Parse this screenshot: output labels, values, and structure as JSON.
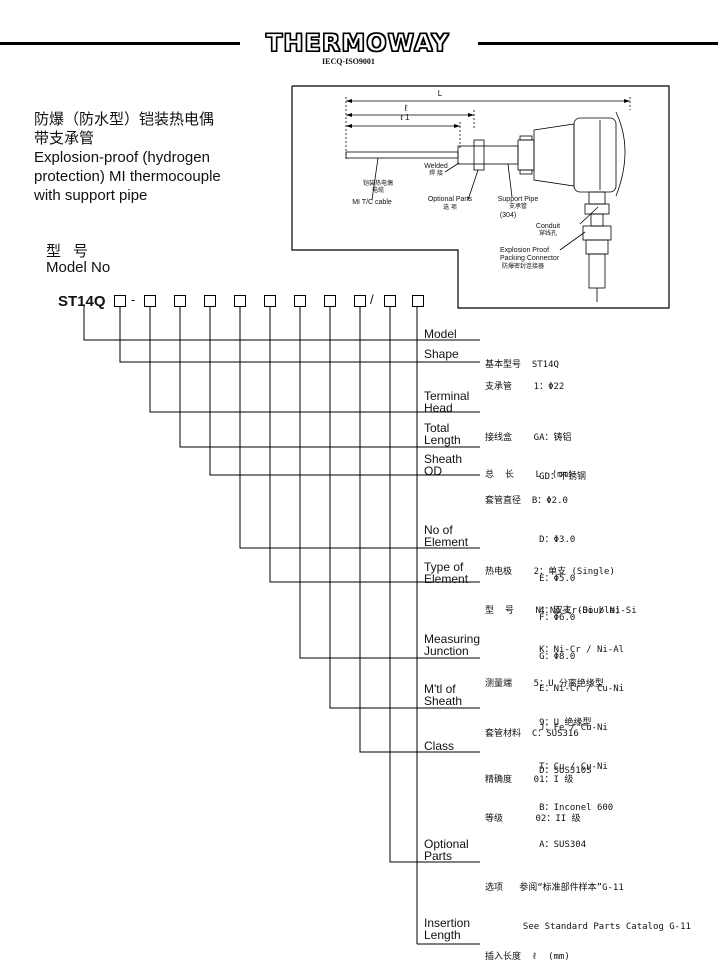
{
  "header": {
    "logo_text": "THERMOWAY",
    "certification": "IECQ-ISO9001"
  },
  "product": {
    "title_cn_1": "防爆（防水型）铠装热电偶",
    "title_cn_2": "带支承管",
    "title_en_1": "Explosion-proof (hydrogen",
    "title_en_2": "protection) MI thermocouple",
    "title_en_3": "with support pipe"
  },
  "model_label": {
    "cn": "型号",
    "en": "Model No"
  },
  "model_code": {
    "prefix": "ST14Q",
    "dash": "-",
    "slash": "/"
  },
  "diagram": {
    "dim_L": "L",
    "dim_l": "ℓ",
    "dim_l1": "ℓ 1",
    "mi_cable_cn_1": "铠装热电偶",
    "mi_cable_cn_2": "电缆",
    "mi_cable_en": "MI T/C cable",
    "welded_en": "Welded",
    "welded_cn": "焊 接",
    "optional_en": "Optional Parts",
    "optional_cn": "选 项",
    "support_en": "Support Pipe",
    "support_cn": "支承管",
    "support_mat": "(304)",
    "conduit_en": "Conduit",
    "conduit_cn": "穿线孔",
    "packing_en_1": "Explosion Proof",
    "packing_en_2": "Packing Connector",
    "packing_cn": "防爆密封连接器"
  },
  "spec_rows": [
    {
      "label_1": "Model",
      "label_2": "",
      "values": [
        "基本型号  ST14Q"
      ]
    },
    {
      "label_1": "Shape",
      "label_2": "",
      "values": [
        "支承管    1：Φ22"
      ]
    },
    {
      "label_1": "Terminal",
      "label_2": "Head",
      "values": [
        "接线盒    GA：铸铝",
        "          GD：不锈钢"
      ]
    },
    {
      "label_1": "Total",
      "label_2": "Length",
      "values": [
        "总  长    L  (mm)"
      ]
    },
    {
      "label_1": "Sheath",
      "label_2": "OD",
      "values": [
        "套管直径  B：Φ2.0",
        "          D：Φ3.0",
        "          E：Φ5.0",
        "          F：Φ6.0",
        "          G：Φ8.0"
      ]
    },
    {
      "label_1": "No of",
      "label_2": "Element",
      "values": [
        "热电极    2：单支 (Single)",
        "          4：双支 (Double)"
      ]
    },
    {
      "label_1": "Type of",
      "label_2": "Element",
      "values": [
        "型  号    N：Ni-Cr-Si / Ni-Si",
        "          K：Ni-Cr / Ni-Al",
        "          E：Ni-Cr / Cu-Ni",
        "          J：Fe / Cu-Ni",
        "          T：Cu / Cu-Ni"
      ]
    },
    {
      "label_1": "Measuring",
      "label_2": "Junction",
      "values": [
        "测量端    5：U 分离绝缘型",
        "          9：U 绝缘型"
      ]
    },
    {
      "label_1": "M'tl of",
      "label_2": "Sheath",
      "values": [
        "套管材料  C：SUS316",
        "          D：SUS310S",
        "          B：Inconel 600",
        "          A：SUS304"
      ]
    },
    {
      "label_1": "Class",
      "label_2": "",
      "values": [
        "精确度    01：I 级",
        "等级      02：II 级"
      ]
    },
    {
      "label_1": "Optional",
      "label_2": "Parts",
      "values": [
        "选项   参阅“标准部件样本”G-11",
        "       See Standard Parts Catalog G-11"
      ]
    },
    {
      "label_1": "Insertion",
      "label_2": "Length",
      "values": [
        "插入长度  ℓ  (mm)"
      ]
    }
  ]
}
